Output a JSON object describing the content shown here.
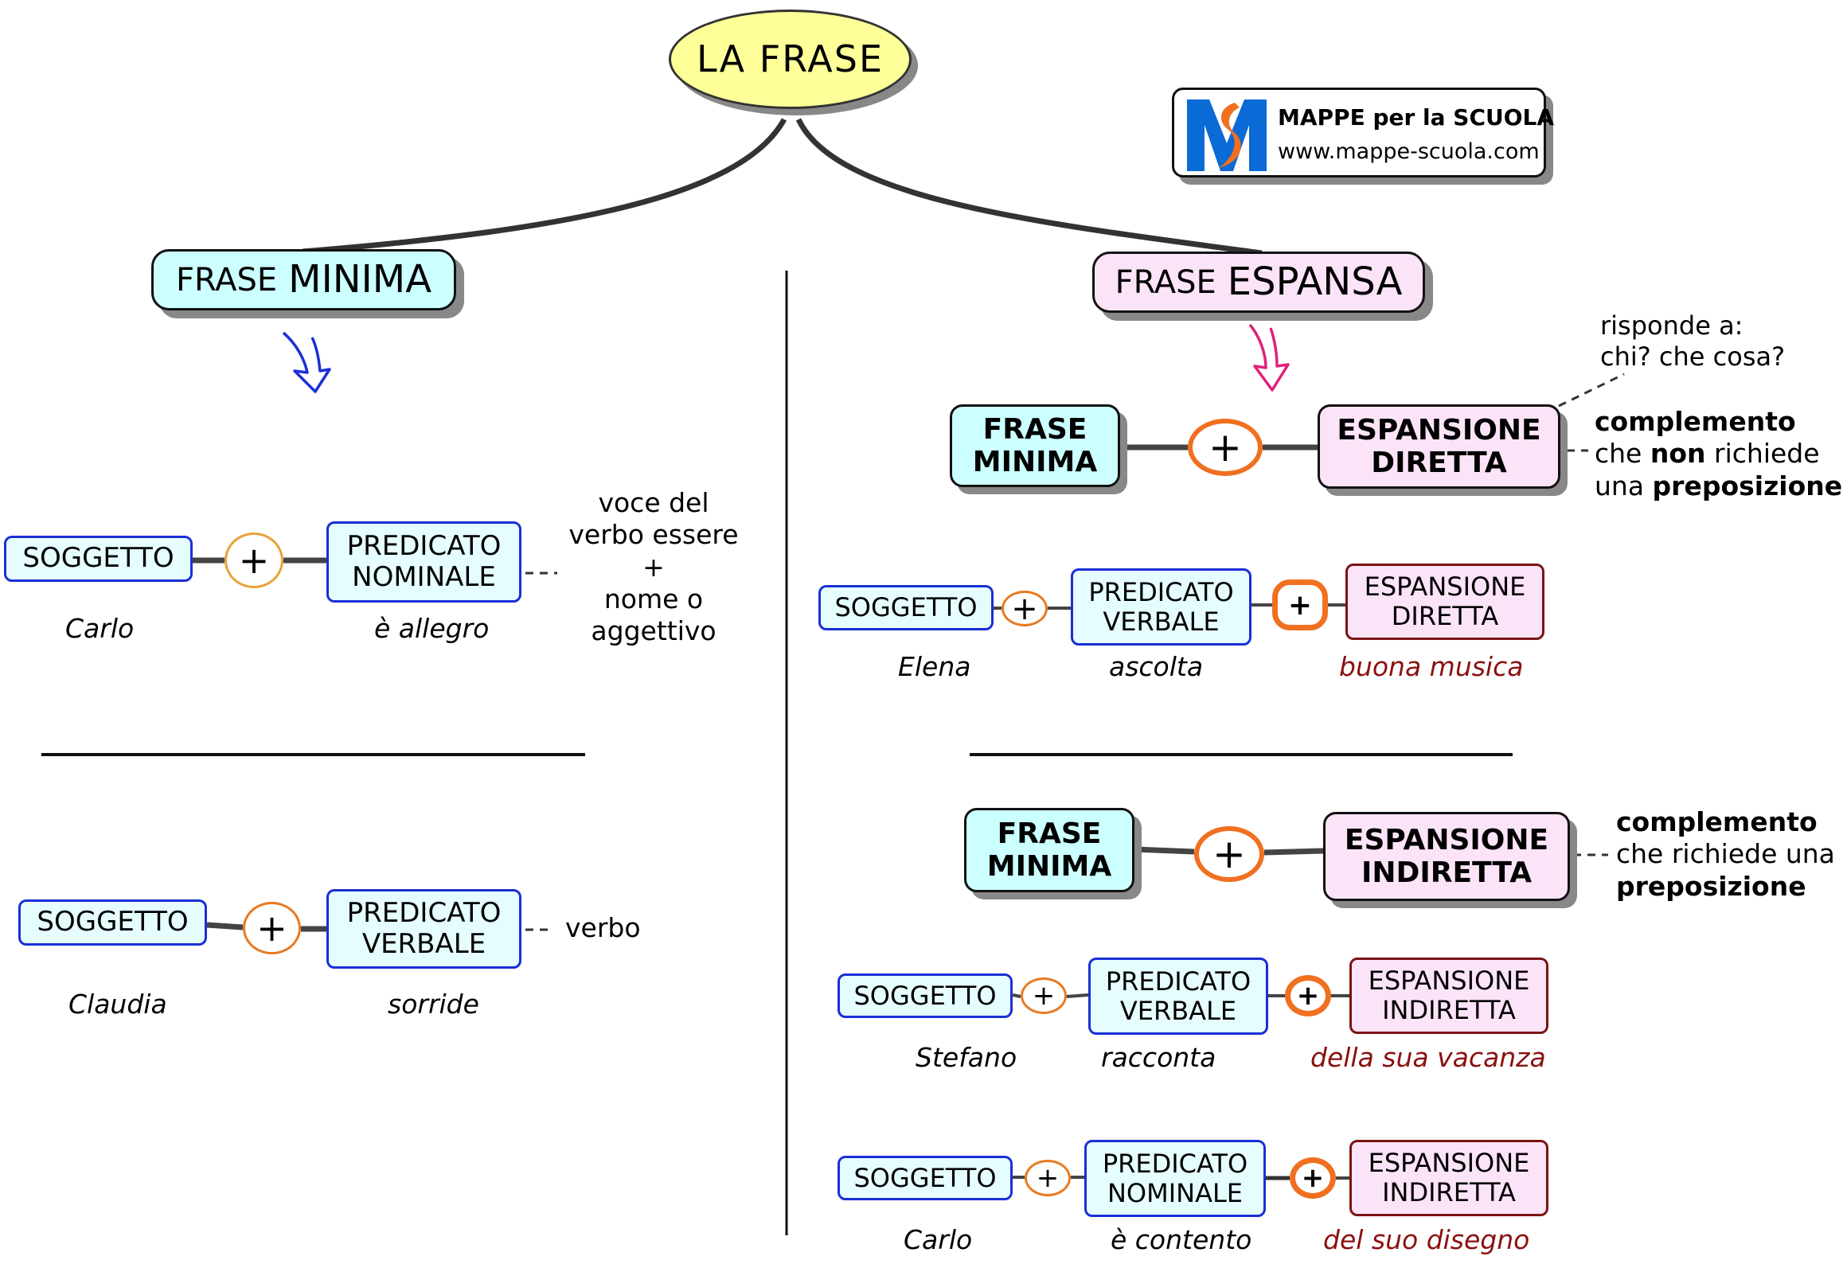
{
  "title": "LA FRASE",
  "logo": {
    "icon": "mappe-scuola-logo-icon",
    "name": "MAPPE per la SCUOLA",
    "url": "www.mappe-scuola.com",
    "colors": {
      "blue": "#0a6ad6",
      "orange": "#f07020"
    }
  },
  "left": {
    "heading_small": "FRASE",
    "heading_big": "MINIMA",
    "arrow_icon": "arrow-down-icon",
    "arrow_color": "#1a2fd6",
    "examples": [
      {
        "subject": "SOGGETTO",
        "plus": "+",
        "predicate_line1": "PREDICATO",
        "predicate_line2": "NOMINALE",
        "subject_example": "Carlo",
        "predicate_example": "è allegro",
        "note_lines": [
          "voce del",
          "verbo essere",
          "+",
          "nome o",
          "aggettivo"
        ]
      },
      {
        "subject": "SOGGETTO",
        "plus": "+",
        "predicate_line1": "PREDICATO",
        "predicate_line2": "VERBALE",
        "subject_example": "Claudia",
        "predicate_example": "sorride",
        "note": "verbo"
      }
    ]
  },
  "right": {
    "heading_small": "FRASE",
    "heading_big": "ESPANSA",
    "arrow_icon": "arrow-down-icon",
    "arrow_color": "#e0207a",
    "diretta": {
      "frase_line1": "FRASE",
      "frase_line2": "MINIMA",
      "plus": "+",
      "esp_line1": "ESPANSIONE",
      "esp_line2": "DIRETTA",
      "question_line1": "risponde a:",
      "question_line2": "chi? che cosa?",
      "desc_bold1": "complemento",
      "desc_pre": "che ",
      "desc_bold2": "non",
      "desc_post": " richiede",
      "desc_line3_pre": "una ",
      "desc_line3_bold": "preposizione",
      "example": {
        "subject": "SOGGETTO",
        "predicate_line1": "PREDICATO",
        "predicate_line2": "VERBALE",
        "esp_line1": "ESPANSIONE",
        "esp_line2": "DIRETTA",
        "subject_example": "Elena",
        "predicate_example": "ascolta",
        "esp_example": "buona musica"
      }
    },
    "indiretta": {
      "frase_line1": "FRASE",
      "frase_line2": "MINIMA",
      "plus": "+",
      "esp_line1": "ESPANSIONE",
      "esp_line2": "INDIRETTA",
      "desc_bold1": "complemento",
      "desc_line2": "che richiede una",
      "desc_bold3": "preposizione",
      "examples": [
        {
          "subject": "SOGGETTO",
          "predicate_line1": "PREDICATO",
          "predicate_line2": "VERBALE",
          "esp_line1": "ESPANSIONE",
          "esp_line2": "INDIRETTA",
          "subject_example": "Stefano",
          "predicate_example": "racconta",
          "esp_example": "della sua vacanza"
        },
        {
          "subject": "SOGGETTO",
          "predicate_line1": "PREDICATO",
          "predicate_line2": "NOMINALE",
          "esp_line1": "ESPANSIONE",
          "esp_line2": "INDIRETTA",
          "subject_example": "Carlo",
          "predicate_example": "è contento",
          "esp_example": "del suo disegno"
        }
      ]
    }
  }
}
